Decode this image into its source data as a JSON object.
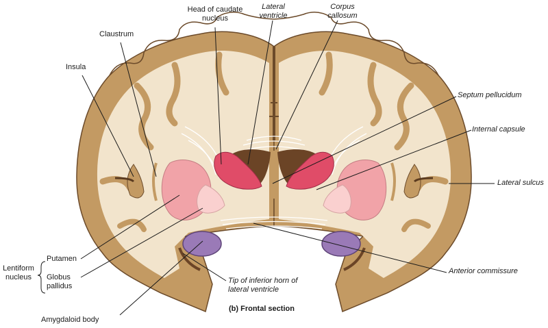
{
  "labels": {
    "head_caudate": "Head of caudate\nnucleus",
    "lateral_ventricle": "Lateral\nventricle",
    "corpus_callosum": "Corpus\ncallosum",
    "claustrum": "Claustrum",
    "insula": "Insula",
    "septum_pellucidum": "Septum pellucidum",
    "internal_capsule": "Internal capsule",
    "lateral_sulcus": "Lateral sulcus",
    "lentiform_nucleus": "Lentiform\nnucleus",
    "putamen": "Putamen",
    "globus_pallidus": "Globus\npallidus",
    "amygdaloid_body": "Amygdaloid body",
    "tip_inferior_horn": "Tip of inferior horn of\nlateral ventricle",
    "anterior_commissure": "Anterior commissure"
  },
  "caption": "(b) Frontal section",
  "colors": {
    "cortex": "#c39a63",
    "white_matter": "#f2e4cc",
    "caudate": "#e04c68",
    "putamen": "#f1a3a8",
    "globus_pallidus": "#fad0cf",
    "amygdala": "#9a7ab7",
    "ventricle": "#6b4426"
  }
}
